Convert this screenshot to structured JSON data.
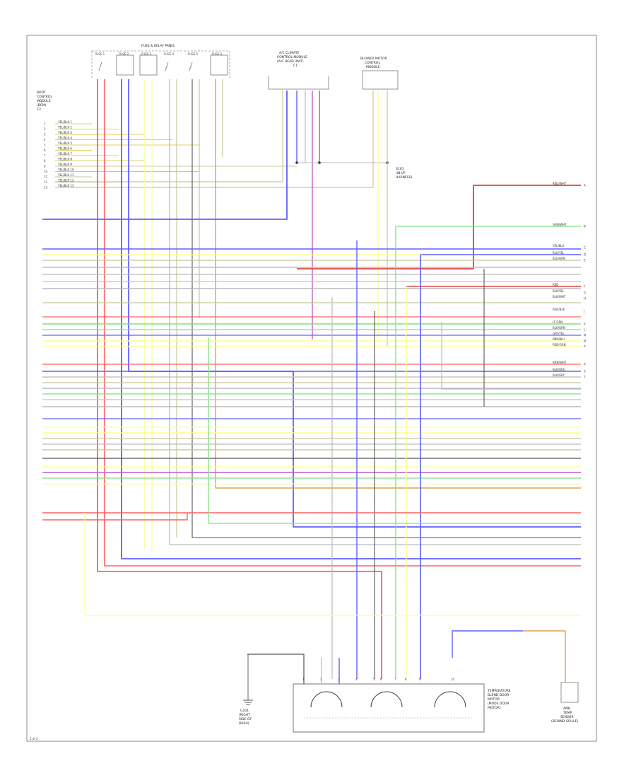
{
  "page_label": "1 of 2",
  "components": {
    "fuse_block": {
      "label": "FUSE & RELAY PANEL",
      "fuses": [
        "FUSE 1",
        "FUSE 2",
        "FUSE 3",
        "FUSE 4",
        "FUSE 5",
        "FUSE 6"
      ]
    },
    "upper_connector": {
      "lines": [
        "A/C CLIMATE",
        "CONTROL MODULE",
        "(A/C HEAD UNIT)",
        "C1"
      ]
    },
    "right_upper_box": {
      "lines": [
        "BLOWER MOTOR",
        "CONTROL",
        "MODULE"
      ]
    },
    "left_connector": {
      "lines": [
        "BODY",
        "CONTROL",
        "MODULE",
        "(BCM)",
        "C2"
      ]
    },
    "splice": {
      "lines": [
        "S101",
        "(IN I/P",
        "HARNESS)"
      ]
    },
    "ground": {
      "lines": [
        "G101",
        "(RIGHT",
        "SIDE OF",
        "DASH)"
      ]
    },
    "motor_module": {
      "lines": [
        "TEMPERATURE",
        "BLEND DOOR",
        "MOTOR",
        "(MODE DOOR",
        "MOTOR)"
      ]
    },
    "sensor": {
      "lines": [
        "AMB",
        "TEMP",
        "SENSOR",
        "(BEHIND GRILLE)"
      ]
    }
  },
  "left_wires": [
    {
      "pin": "1",
      "label": "YEL/BLK 1",
      "color": "#e0d060"
    },
    {
      "pin": "2",
      "label": "YEL/BLK 2",
      "color": "#e0d060"
    },
    {
      "pin": "3",
      "label": "YEL/BLK 3",
      "color": "#e0d060"
    },
    {
      "pin": "4",
      "label": "YEL/BLK 4",
      "color": "#e0d060"
    },
    {
      "pin": "5",
      "label": "YEL/BLK 5",
      "color": "#e0d060"
    },
    {
      "pin": "6",
      "label": "YEL/BLK 6",
      "color": "#e0d060"
    },
    {
      "pin": "7",
      "label": "YEL/BLK 7",
      "color": "#e0d060"
    },
    {
      "pin": "8",
      "label": "YEL/BLK 8",
      "color": "#e0d060"
    },
    {
      "pin": "9",
      "label": "YEL/BLK 9",
      "color": "#c8c89a"
    },
    {
      "pin": "10",
      "label": "YEL/BLK 10",
      "color": "#c8c89a"
    },
    {
      "pin": "11",
      "label": "YEL/BLK 11",
      "color": "#c8c89a"
    },
    {
      "pin": "12",
      "label": "YEL/BLK 12",
      "color": "#c8c89a"
    },
    {
      "pin": "13",
      "label": "YEL/BLK 13",
      "color": "#a0a070"
    }
  ],
  "right_labels": [
    {
      "pin": "A",
      "label": "RED/WHT"
    },
    {
      "pin": "B",
      "label": "GRN/WHT"
    },
    {
      "pin": "C",
      "label": "YEL/BLU"
    },
    {
      "pin": "D",
      "label": "BLU/YEL"
    },
    {
      "pin": "E",
      "label": "BLU/GRN"
    },
    {
      "pin": "F",
      "label": "RED"
    },
    {
      "pin": "G",
      "label": "BLK/YEL"
    },
    {
      "pin": "H",
      "label": "BLK/WHT"
    },
    {
      "pin": "J",
      "label": "RED/BLK"
    },
    {
      "pin": "K",
      "label": "LT GRN"
    },
    {
      "pin": "L",
      "label": "BLK/GRN"
    },
    {
      "pin": "M",
      "label": "GRY/YEL"
    },
    {
      "pin": "N",
      "label": "PNK/BLU"
    },
    {
      "pin": "P",
      "label": "RED/GRN"
    },
    {
      "pin": "R",
      "label": "BRN/WHT"
    },
    {
      "pin": "S",
      "label": "BLK/ORG"
    },
    {
      "pin": "T",
      "label": "BLK/GRY"
    }
  ],
  "bottom_pins": [
    "1",
    "2",
    "3",
    "4",
    "5",
    "6",
    "7",
    "8",
    "9",
    "10"
  ],
  "colors": {
    "red": "#ff6060",
    "blue": "#6060ff",
    "yellow": "#ffff90",
    "green": "#80e080",
    "black": "#555555",
    "gray": "#bbbbbb",
    "orange": "#e0a050",
    "violet": "#c060c0",
    "tan": "#c8c89a",
    "frame": "#666666"
  }
}
